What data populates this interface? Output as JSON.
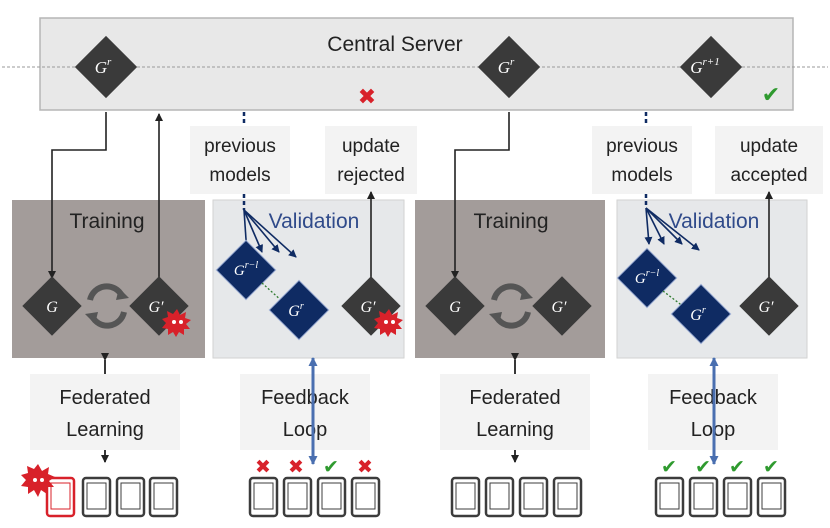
{
  "server": {
    "title": "Central Server"
  },
  "models": {
    "global_r": "G",
    "global_r_sup": "r",
    "global_next_sup": "r+1",
    "local": "G",
    "local_updated": "G′",
    "previous": "G",
    "previous_sup": "r−l"
  },
  "labels": {
    "training": "Training",
    "validation": "Validation",
    "previous_models": [
      "previous",
      "models"
    ],
    "update_rejected": [
      "update",
      "rejected"
    ],
    "update_accepted": [
      "update",
      "accepted"
    ],
    "federated_learning": [
      "Federated",
      "Learning"
    ],
    "feedback_loop": [
      "Feedback",
      "Loop"
    ]
  },
  "colors": {
    "server_fill": "#e8e8e8",
    "training_fill": "#a39c9a",
    "validation_fill": "#e6e8ea",
    "model_dark": "#3a3a3a",
    "model_blue": "#0f2b63",
    "reject_red": "#d8212a",
    "accept_green": "#2f9a2f",
    "feedback_blue": "#4a6fb0"
  },
  "marks": {
    "reject": "✖",
    "accept": "✔"
  }
}
